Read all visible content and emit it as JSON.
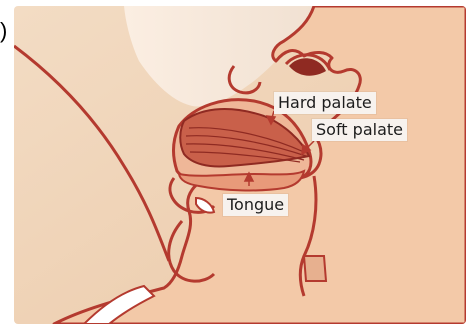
{
  "figure": {
    "marker": ")"
  },
  "labels": {
    "hard_palate": "Hard palate",
    "soft_palate": "Soft palate",
    "tongue": "Tongue"
  },
  "colors": {
    "background": "#f0d6bd",
    "skin": "#f3c9a8",
    "skin_light": "#f6d7bd",
    "outline": "#b43a2f",
    "muscle": "#c9604a",
    "nipple_white": "#ffffff",
    "label_bg": "#f7f2ee"
  }
}
